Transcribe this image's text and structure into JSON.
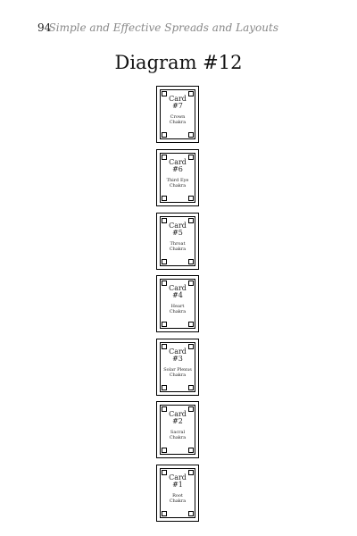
{
  "header": {
    "page_number": "94",
    "running_title": "Simple and Effective Spreads and Layouts"
  },
  "diagram": {
    "title": "Diagram #12"
  },
  "cards": [
    {
      "label": "Card",
      "number": "#7",
      "chakra_1": "Crown",
      "chakra_2": "Chakra"
    },
    {
      "label": "Card",
      "number": "#6",
      "chakra_1": "Third Eye",
      "chakra_2": "Chakra"
    },
    {
      "label": "Card",
      "number": "#5",
      "chakra_1": "Throat",
      "chakra_2": "Chakra"
    },
    {
      "label": "Card",
      "number": "#4",
      "chakra_1": "Heart",
      "chakra_2": "Chakra"
    },
    {
      "label": "Card",
      "number": "#3",
      "chakra_1": "Solar Plexus",
      "chakra_2": "Chakra"
    },
    {
      "label": "Card",
      "number": "#2",
      "chakra_1": "Sacral",
      "chakra_2": "Chakra"
    },
    {
      "label": "Card",
      "number": "#1",
      "chakra_1": "Root",
      "chakra_2": "Chakra"
    }
  ]
}
